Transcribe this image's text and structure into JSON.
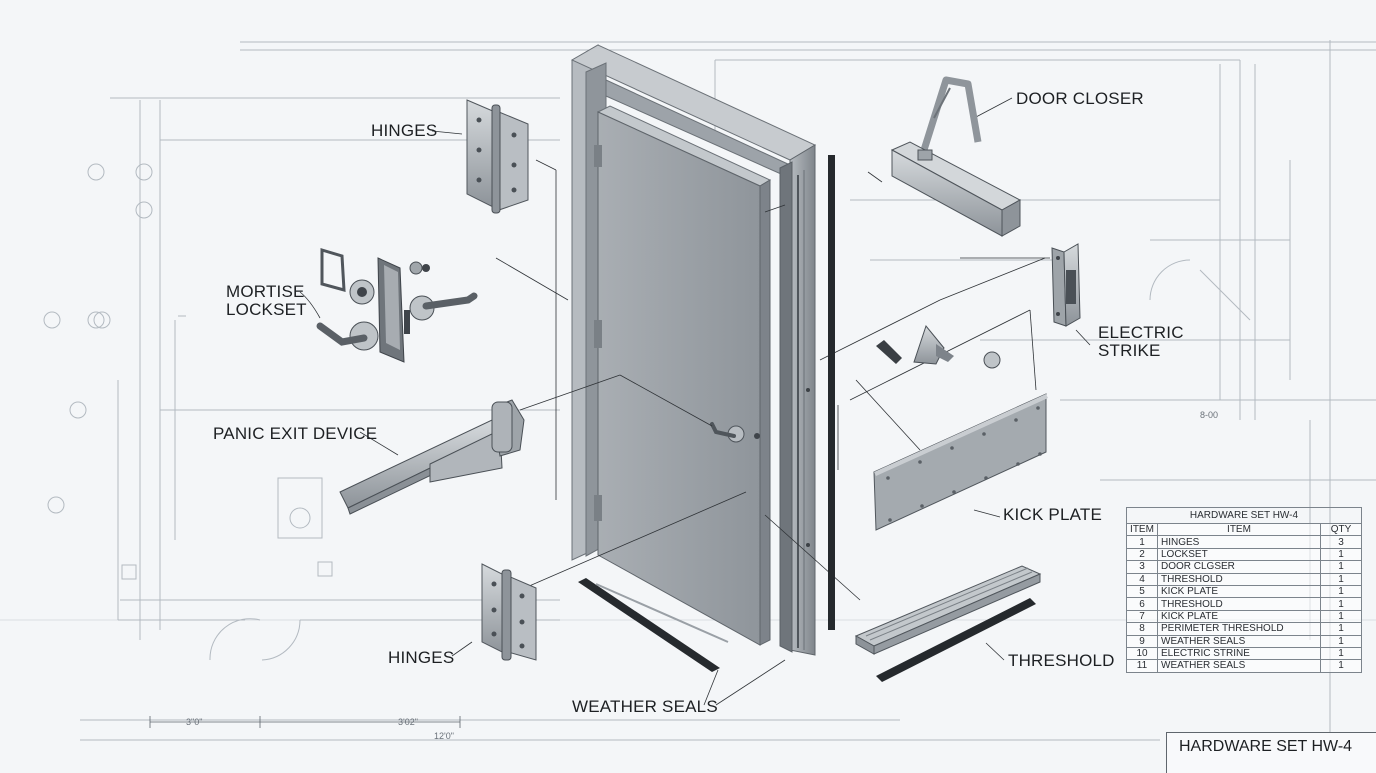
{
  "labels": {
    "hinges_top": "HINGES",
    "mortise_line1": "MORTISE",
    "mortise_line2": "LOCKSET",
    "panic": "PANIC EXIT DEVICE",
    "hinges_bottom": "HINGES",
    "weather_seals": "WEATHER SEALS",
    "door_closer": "DOOR CLOSER",
    "electric_line1": "ELECTRIC",
    "electric_line2": "STRIKE",
    "kick_plate": "KICK PLATE",
    "threshold": "THRESHOLD"
  },
  "dimensions": {
    "left_width": "3\"0\"",
    "mid_width": "3'02\"",
    "total_width": "12'0\"",
    "right_dim": "8-00"
  },
  "schedule": {
    "title": "HARDWARE SET HW-4",
    "headers": [
      "ITEM",
      "ITEM",
      "QTY"
    ],
    "rows": [
      {
        "n": "1",
        "item": "HINGES",
        "qty": "3"
      },
      {
        "n": "2",
        "item": "LOCKSET",
        "qty": "1"
      },
      {
        "n": "3",
        "item": "DOOR CLGSER",
        "qty": "1"
      },
      {
        "n": "4",
        "item": "THRESHOLD",
        "qty": "1"
      },
      {
        "n": "5",
        "item": "KICK PLATE",
        "qty": "1"
      },
      {
        "n": "6",
        "item": "THRESHOLD",
        "qty": "1"
      },
      {
        "n": "7",
        "item": "KICK PLATE",
        "qty": "1"
      },
      {
        "n": "8",
        "item": "PERIMETER THRESHOLD",
        "qty": "1"
      },
      {
        "n": "9",
        "item": "WEATHER SEALS",
        "qty": "1"
      },
      {
        "n": "10",
        "item": "ELECTRIC STRINE",
        "qty": "1"
      },
      {
        "n": "11",
        "item": "WEATHER SEALS",
        "qty": "1"
      }
    ]
  },
  "title_block": "HARDWARE SET HW-4",
  "colors": {
    "blueprint": "#aab2ba",
    "metal": "#9aa0a6",
    "dark": "#2b2e31"
  }
}
